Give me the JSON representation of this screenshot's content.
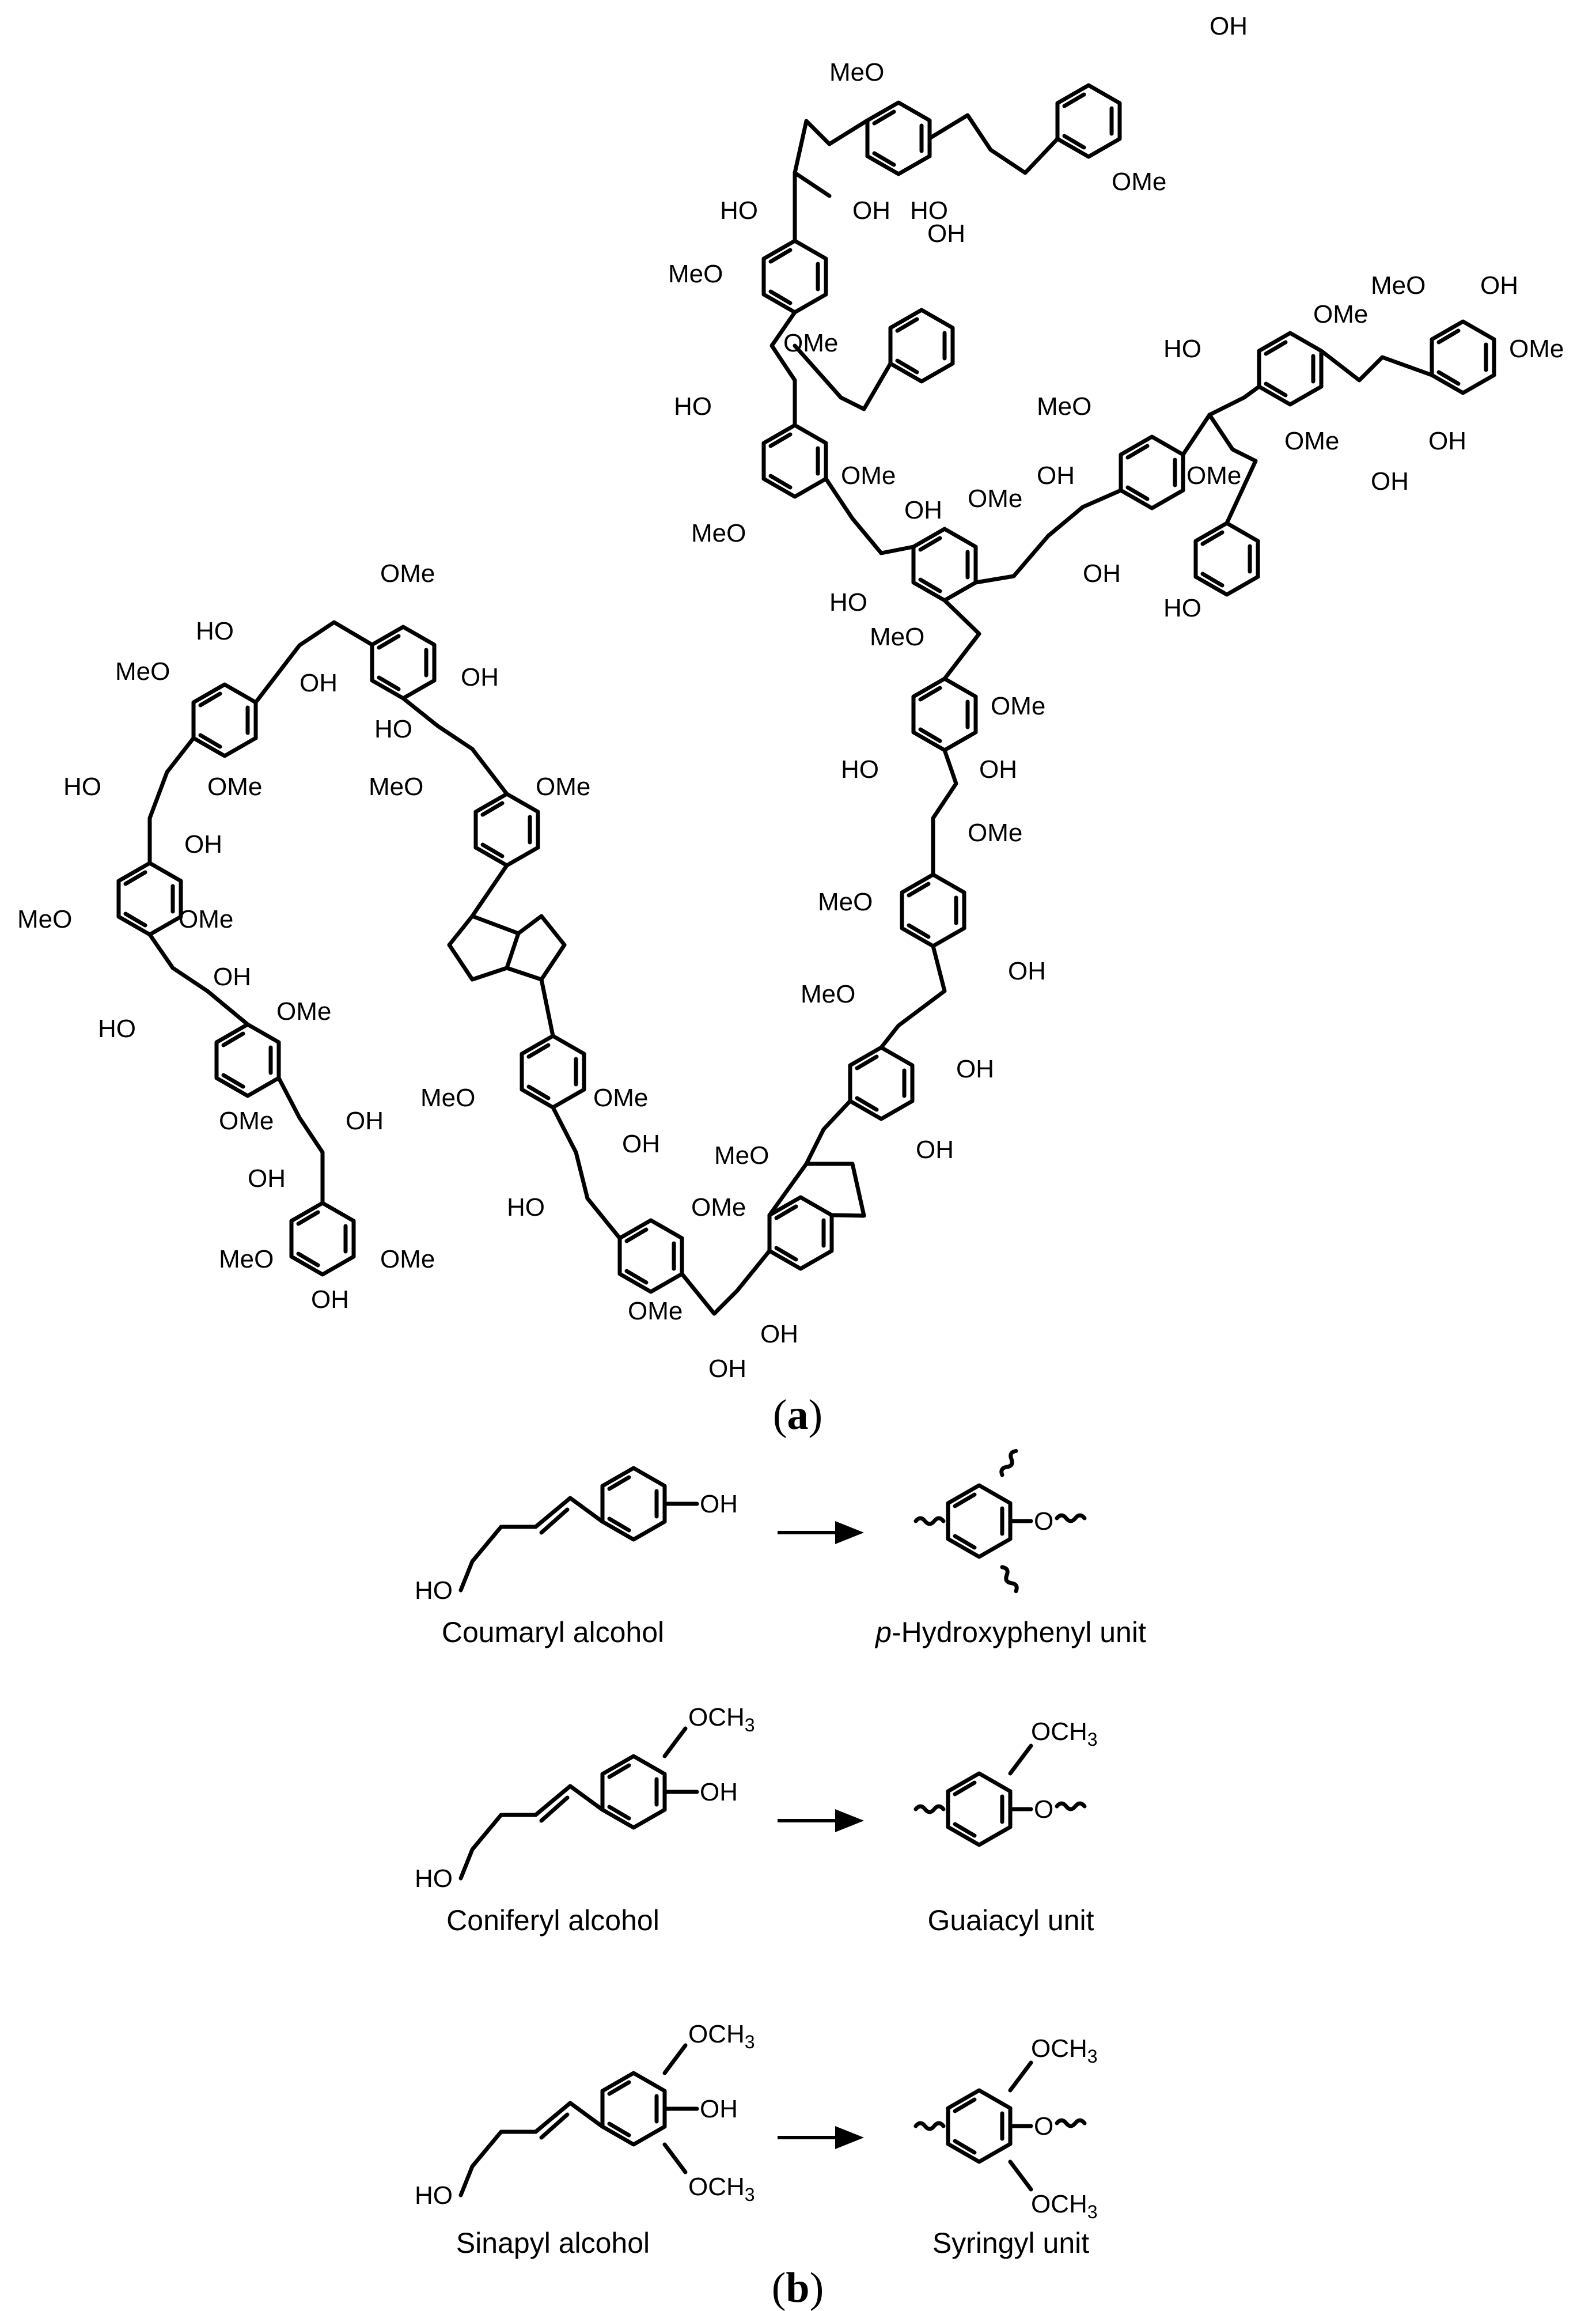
{
  "panel_a": {
    "open": "(",
    "letter": "a",
    "close": ")"
  },
  "panel_b": {
    "open": "(",
    "letter": "b",
    "close": ")"
  },
  "labels": {
    "oh": "OH",
    "ho": "HO",
    "ome": "OMe",
    "meo": "MeO",
    "o": "O",
    "och": "OCH",
    "sub3": "3"
  },
  "monomers": [
    {
      "name": "Coumaryl alcohol",
      "unit_prefix": "p",
      "unit_rest": "-Hydroxyphenyl unit"
    },
    {
      "name": "Coniferyl alcohol",
      "unit_rest": "Guaiacyl unit"
    },
    {
      "name": "Sinapyl alcohol",
      "unit_rest": "Syringyl unit"
    }
  ]
}
